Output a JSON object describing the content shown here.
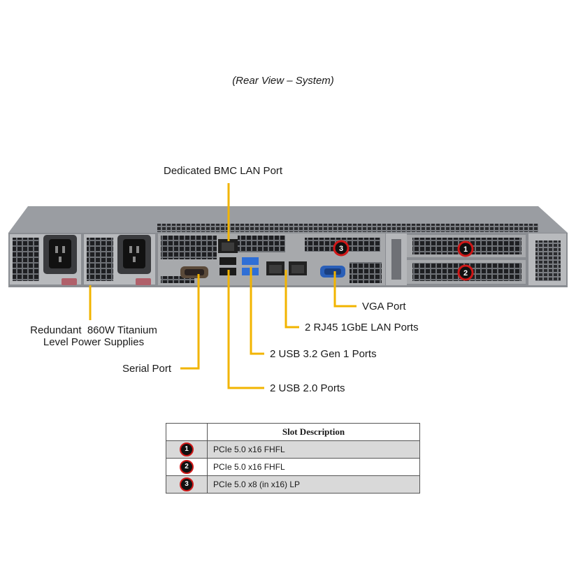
{
  "view_title": "(Rear View – System)",
  "callouts": {
    "bmc": "Dedicated BMC LAN Port",
    "vga": "VGA Port",
    "rj45": "2 RJ45 1GbE LAN Ports",
    "usb3": "2 USB 3.2 Gen 1 Ports",
    "usb2": "2 USB 2.0 Ports",
    "serial": "Serial Port",
    "psu_line1": "Redundant  860W Titanium",
    "psu_line2": "Level Power Supplies"
  },
  "slot_badges": [
    "1",
    "2",
    "3"
  ],
  "slot_table": {
    "header": "Slot Description",
    "rows": [
      {
        "num": "1",
        "desc": "PCIe 5.0 x16 FHFL"
      },
      {
        "num": "2",
        "desc": "PCIe 5.0 x16 FHFL"
      },
      {
        "num": "3",
        "desc": "PCIe 5.0 x8 (in x16) LP"
      }
    ]
  },
  "colors": {
    "callout_line": "#f2b400",
    "badge_ring": "#d01818",
    "chassis": "#8a8d92",
    "usb3_blue": "#2f6fd6",
    "vga_blue": "#2a5fb8",
    "psu_handle": "#b0606a",
    "table_shade": "#d9d9d9"
  }
}
